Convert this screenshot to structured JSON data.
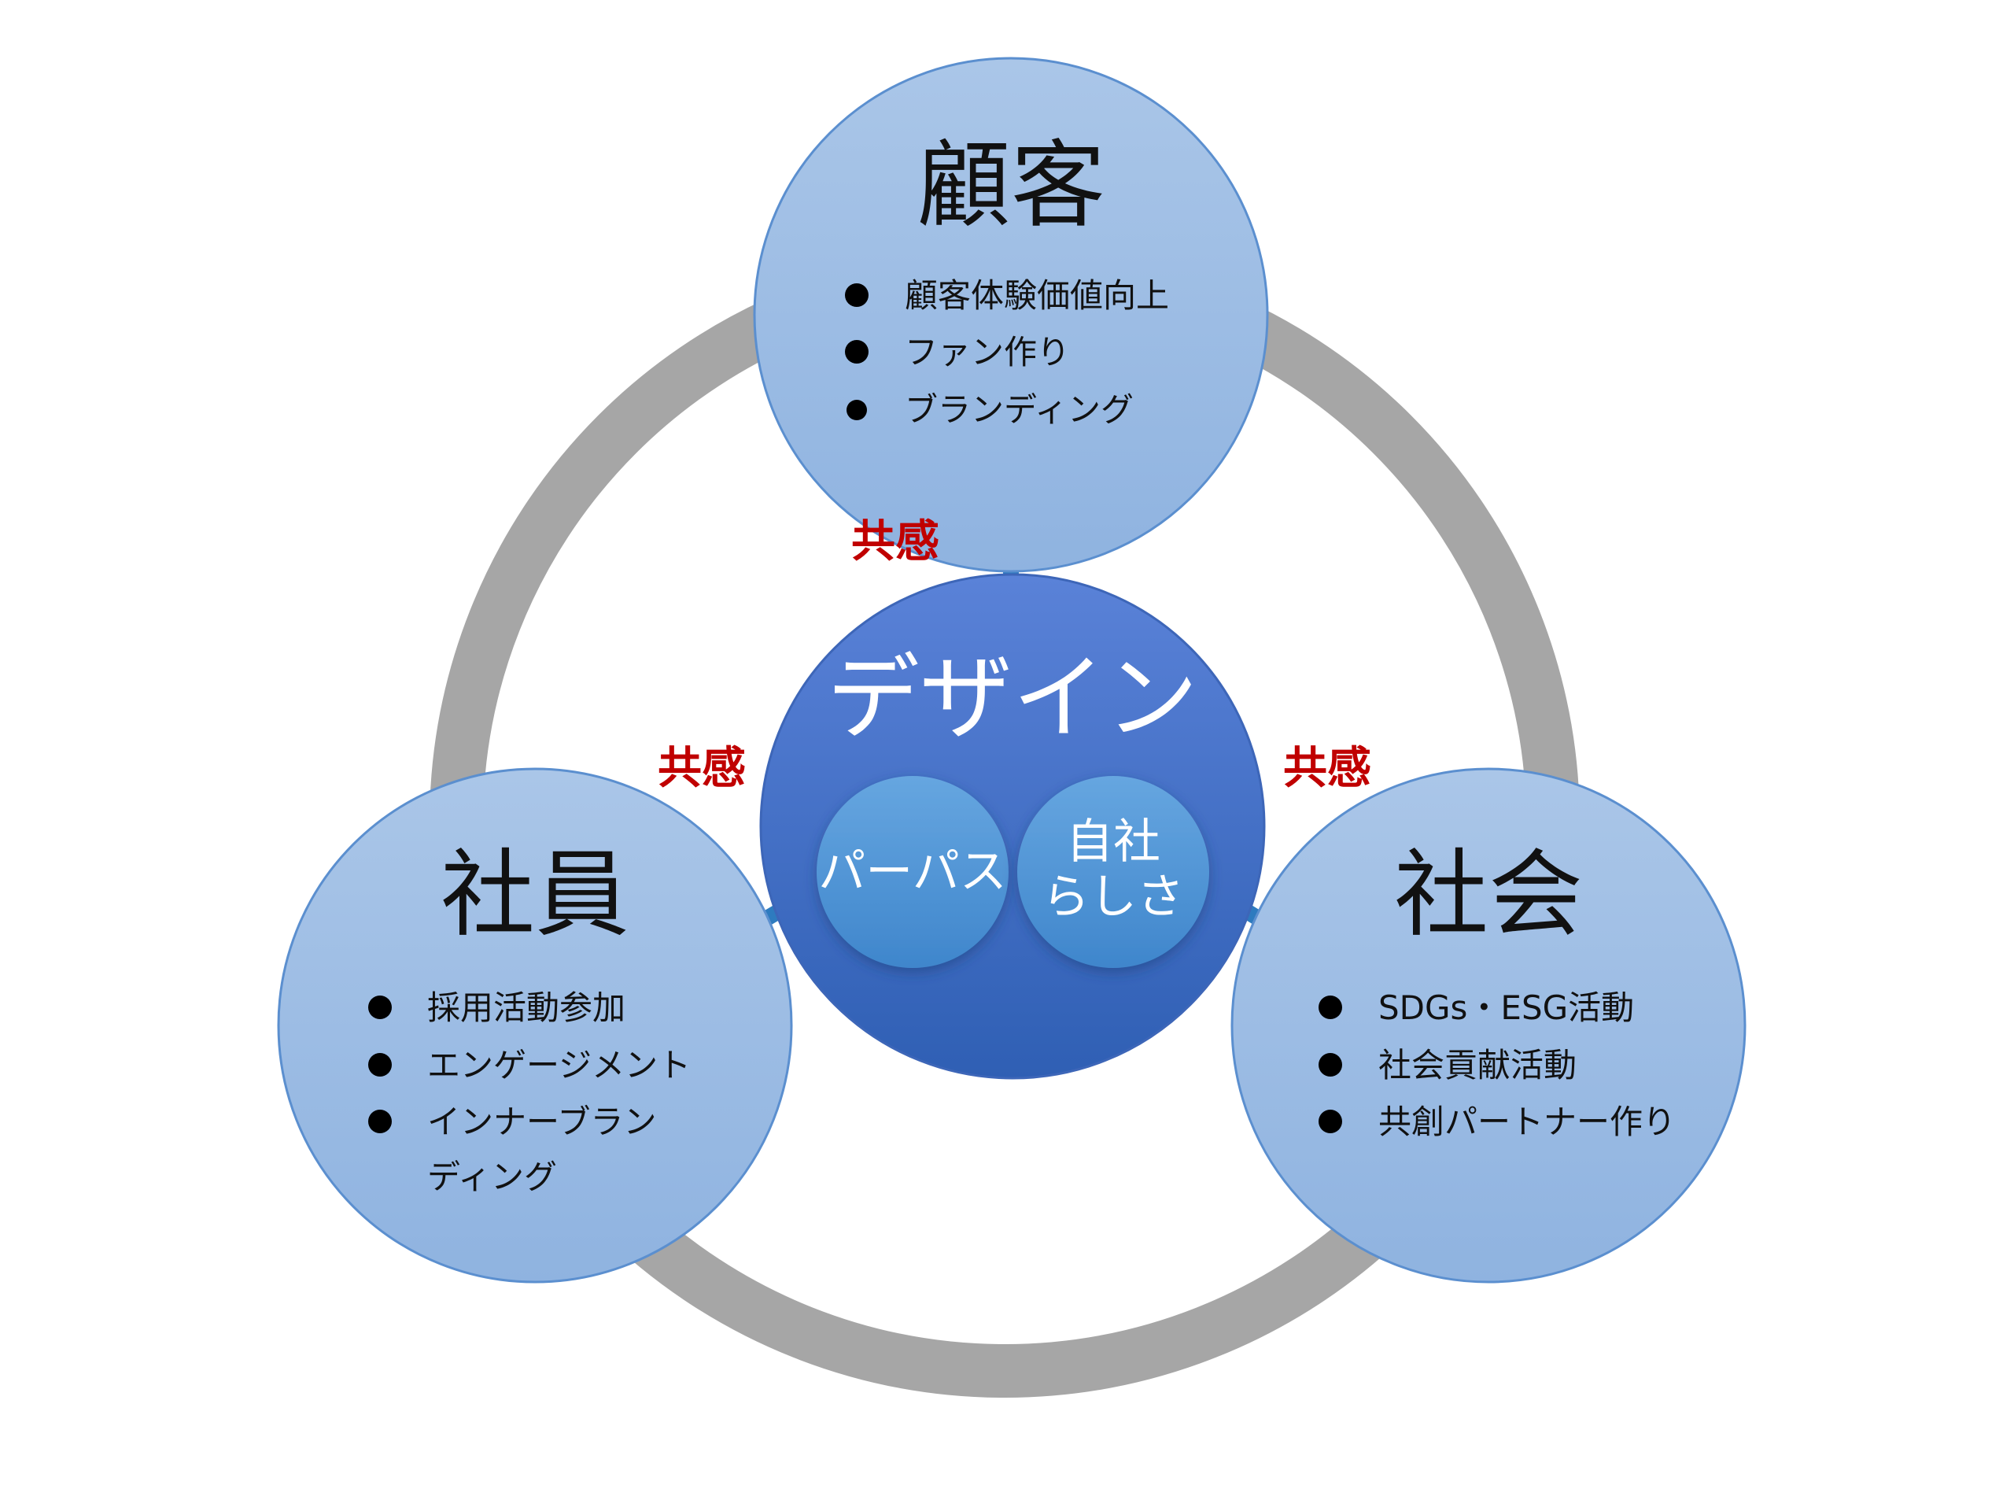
{
  "colors": {
    "ring": "#a6a6a6",
    "outer_circle_top": "#aac6e8",
    "outer_circle_bottom": "#8fb3e0",
    "outer_circle_stroke": "#5b8fcf",
    "design_top": "#5a82d8",
    "design_bottom": "#2f5fb4",
    "inner_top": "#66a6e0",
    "inner_bottom": "#3f86cc",
    "arrow": "#2e7bbf",
    "empathy": "#c00000"
  },
  "design": {
    "title": "デザイン",
    "inner": {
      "left": {
        "label": "パーパス"
      },
      "right": {
        "line1": "自社",
        "line2": "らしさ"
      }
    }
  },
  "stakeholders": {
    "customer": {
      "title": "顧客",
      "bullets": [
        "顧客体験価値向上",
        "ファン作り",
        "ブランディング"
      ]
    },
    "employee": {
      "title": "社員",
      "bullets": [
        "採用活動参加",
        "エンゲージメント",
        "インナーブラン",
        "ディング"
      ]
    },
    "society": {
      "title": "社会",
      "bullets": [
        "SDGs・ESG活動",
        "社会貢献活動",
        "共創パートナー作り"
      ]
    }
  },
  "empathy_labels": {
    "top": "共感",
    "left": "共感",
    "right": "共感"
  }
}
